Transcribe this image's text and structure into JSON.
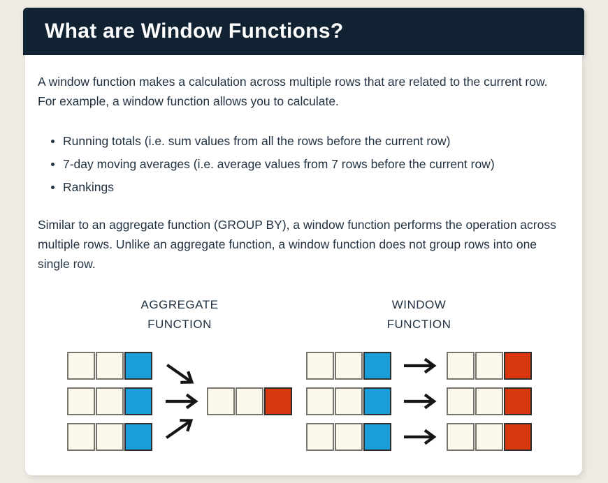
{
  "header": {
    "title": "What are Window Functions?"
  },
  "intro": "A window function makes a calculation across multiple rows that are related to the current row. For example, a window function allows you to calculate.",
  "bullets": [
    "Running totals (i.e. sum values from all the rows before the current row)",
    "7-day moving averages (i.e. average values from 7 rows before the current row)",
    "Rankings"
  ],
  "comparison": "Similar to an aggregate function (GROUP BY), a window function performs the operation across multiple rows. Unlike an aggregate function, a window function does not group rows into one single row.",
  "diagram": {
    "aggregate": {
      "title_lines": [
        "AGGREGATE",
        "FUNCTION"
      ],
      "input_rows": [
        [
          "cream",
          "cream",
          "blue"
        ],
        [
          "cream",
          "cream",
          "blue"
        ],
        [
          "cream",
          "cream",
          "blue"
        ]
      ],
      "output_rows": [
        [
          "cream",
          "cream",
          "red"
        ]
      ]
    },
    "window": {
      "title_lines": [
        "WINDOW",
        "FUNCTION"
      ],
      "input_rows": [
        [
          "cream",
          "cream",
          "blue"
        ],
        [
          "cream",
          "cream",
          "blue"
        ],
        [
          "cream",
          "cream",
          "blue"
        ]
      ],
      "output_rows": [
        [
          "cream",
          "cream",
          "red"
        ],
        [
          "cream",
          "cream",
          "red"
        ],
        [
          "cream",
          "cream",
          "red"
        ]
      ]
    }
  },
  "colors": {
    "page_bg": "#efebe4",
    "card_bg": "#ffffff",
    "header_bg": "#112232",
    "text": "#223242",
    "blue": "#1a9ed9",
    "red": "#d9380e",
    "cream": "#fcf8ec",
    "cream_border": "#77766e",
    "colored_border": "#2f2f2f",
    "arrow": "#161616"
  }
}
